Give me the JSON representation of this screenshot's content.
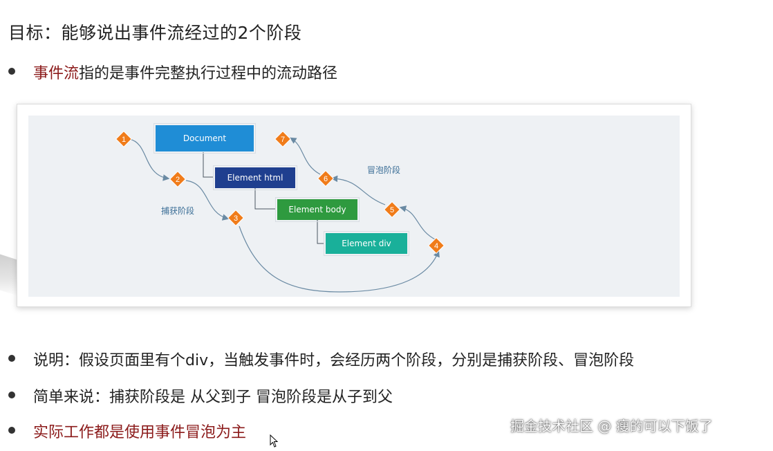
{
  "title": "目标：能够说出事件流经过的2个阶段",
  "intro": {
    "highlight": "事件流",
    "rest": "指的是事件完整执行过程中的流动路径"
  },
  "diagram": {
    "nodes": {
      "document": "Document",
      "html": "Element html",
      "body": "Element body",
      "div": "Element div"
    },
    "markers": [
      "1",
      "2",
      "3",
      "4",
      "5",
      "6",
      "7"
    ],
    "capture_label": "捕获阶段",
    "bubble_label": "冒泡阶段",
    "colors": {
      "document": "#1f8dd6",
      "html": "#1f3f8f",
      "body": "#2e9a3f",
      "div": "#19b09a",
      "marker": "#f07c1a",
      "arrow": "#6a8aa3"
    }
  },
  "bullets": [
    "说明：假设页面里有个div，当触发事件时，会经历两个阶段，分别是捕获阶段、冒泡阶段",
    "简单来说：捕获阶段是 从父到子 冒泡阶段是从子到父",
    "实际工作都是使用事件冒泡为主"
  ],
  "watermark": "掘金技术社区 @ 瘦的可以下饭了"
}
